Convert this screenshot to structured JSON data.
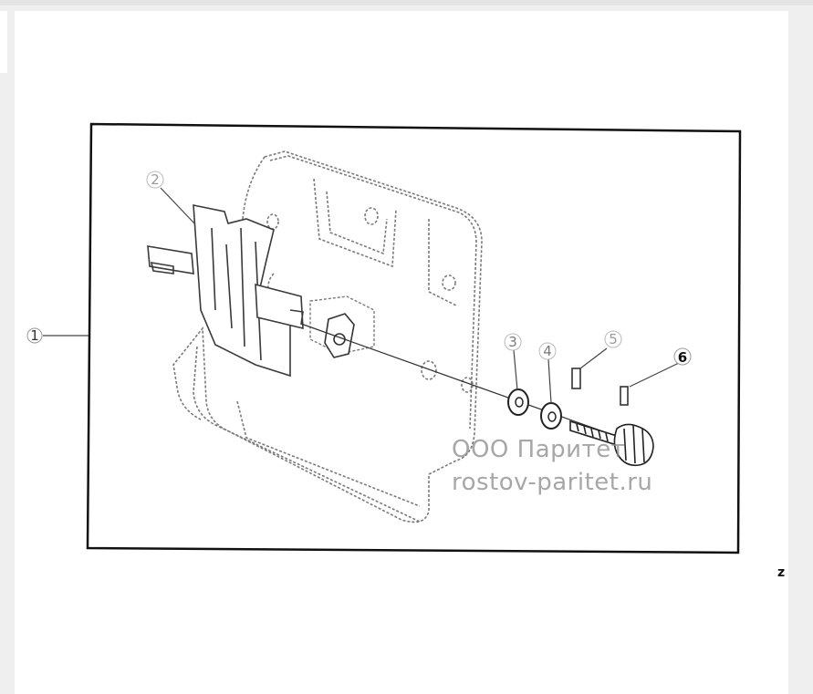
{
  "figure": {
    "callouts": [
      {
        "id": "1",
        "label": "1"
      },
      {
        "id": "2",
        "label": "2"
      },
      {
        "id": "3",
        "label": "3"
      },
      {
        "id": "4",
        "label": "4"
      },
      {
        "id": "5",
        "label": "5"
      },
      {
        "id": "6",
        "label": "6"
      }
    ],
    "corner_mark": "z",
    "watermark": {
      "line1": "ООО Паритет",
      "line2": "rostov-paritet.ru"
    }
  }
}
